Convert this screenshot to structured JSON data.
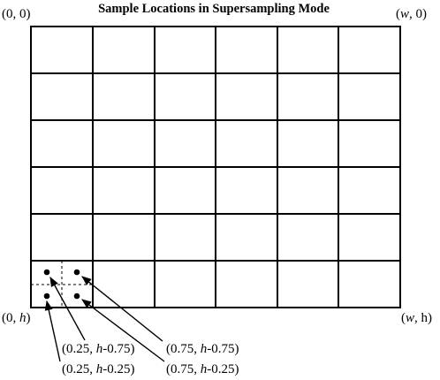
{
  "title": "Sample Locations in Supersampling Mode",
  "corners": {
    "top_left": "(0, 0)",
    "top_right_pre": "(",
    "top_right_w": "w",
    "top_right_post": ", 0)",
    "bottom_left_pre": "(0, ",
    "bottom_left_h": "h",
    "bottom_left_post": ")",
    "bottom_right_pre": "(",
    "bottom_right_w": "w",
    "bottom_right_post": ", h)"
  },
  "grid": {
    "columns": 6,
    "rows": 6
  },
  "samples": [
    {
      "id": "tl",
      "pre": "(0.25,  ",
      "h": "h",
      "post": "-0.75)"
    },
    {
      "id": "tr",
      "pre": "(0.75,  ",
      "h": "h",
      "post": "-0.75)"
    },
    {
      "id": "bl",
      "pre": "(0.25,  ",
      "h": "h",
      "post": "-0.25)"
    },
    {
      "id": "br",
      "pre": "(0.75,  ",
      "h": "h",
      "post": "-0.25)"
    }
  ]
}
